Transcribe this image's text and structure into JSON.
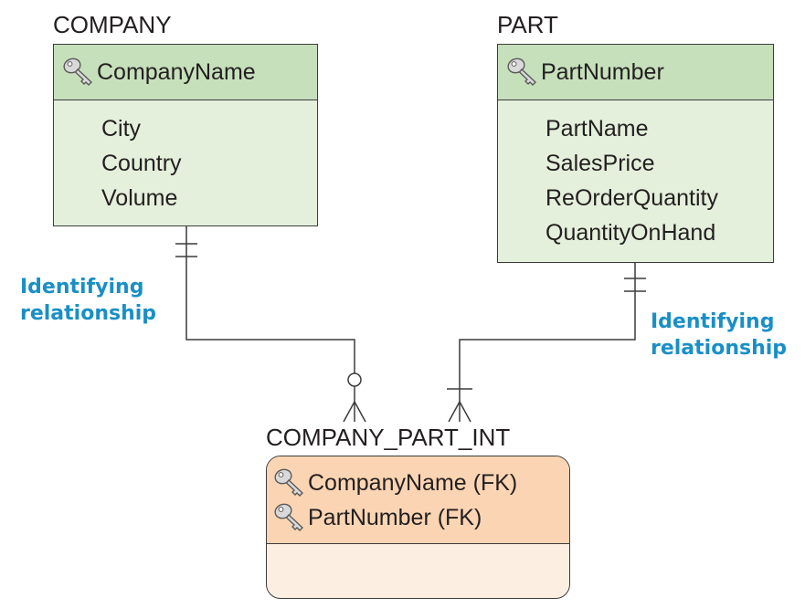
{
  "entities": {
    "company": {
      "name": "COMPANY",
      "key": "CompanyName",
      "attributes": [
        "City",
        "Country",
        "Volume"
      ],
      "color": "#c6e0bb"
    },
    "part": {
      "name": "PART",
      "key": "PartNumber",
      "attributes": [
        "PartName",
        "SalesPrice",
        "ReOrderQuantity",
        "QuantityOnHand"
      ],
      "color": "#c6e0bb"
    },
    "company_part_int": {
      "name": "COMPANY_PART_INT",
      "keys": [
        "CompanyName (FK)",
        "PartNumber (FK)"
      ],
      "color": "#fbd5b3"
    }
  },
  "relationships": {
    "left_label": [
      "Identifying",
      "relationship"
    ],
    "right_label": [
      "Identifying",
      "relationship"
    ],
    "label_color": "#1a8fc6"
  },
  "icons": {
    "key": "key-icon"
  }
}
